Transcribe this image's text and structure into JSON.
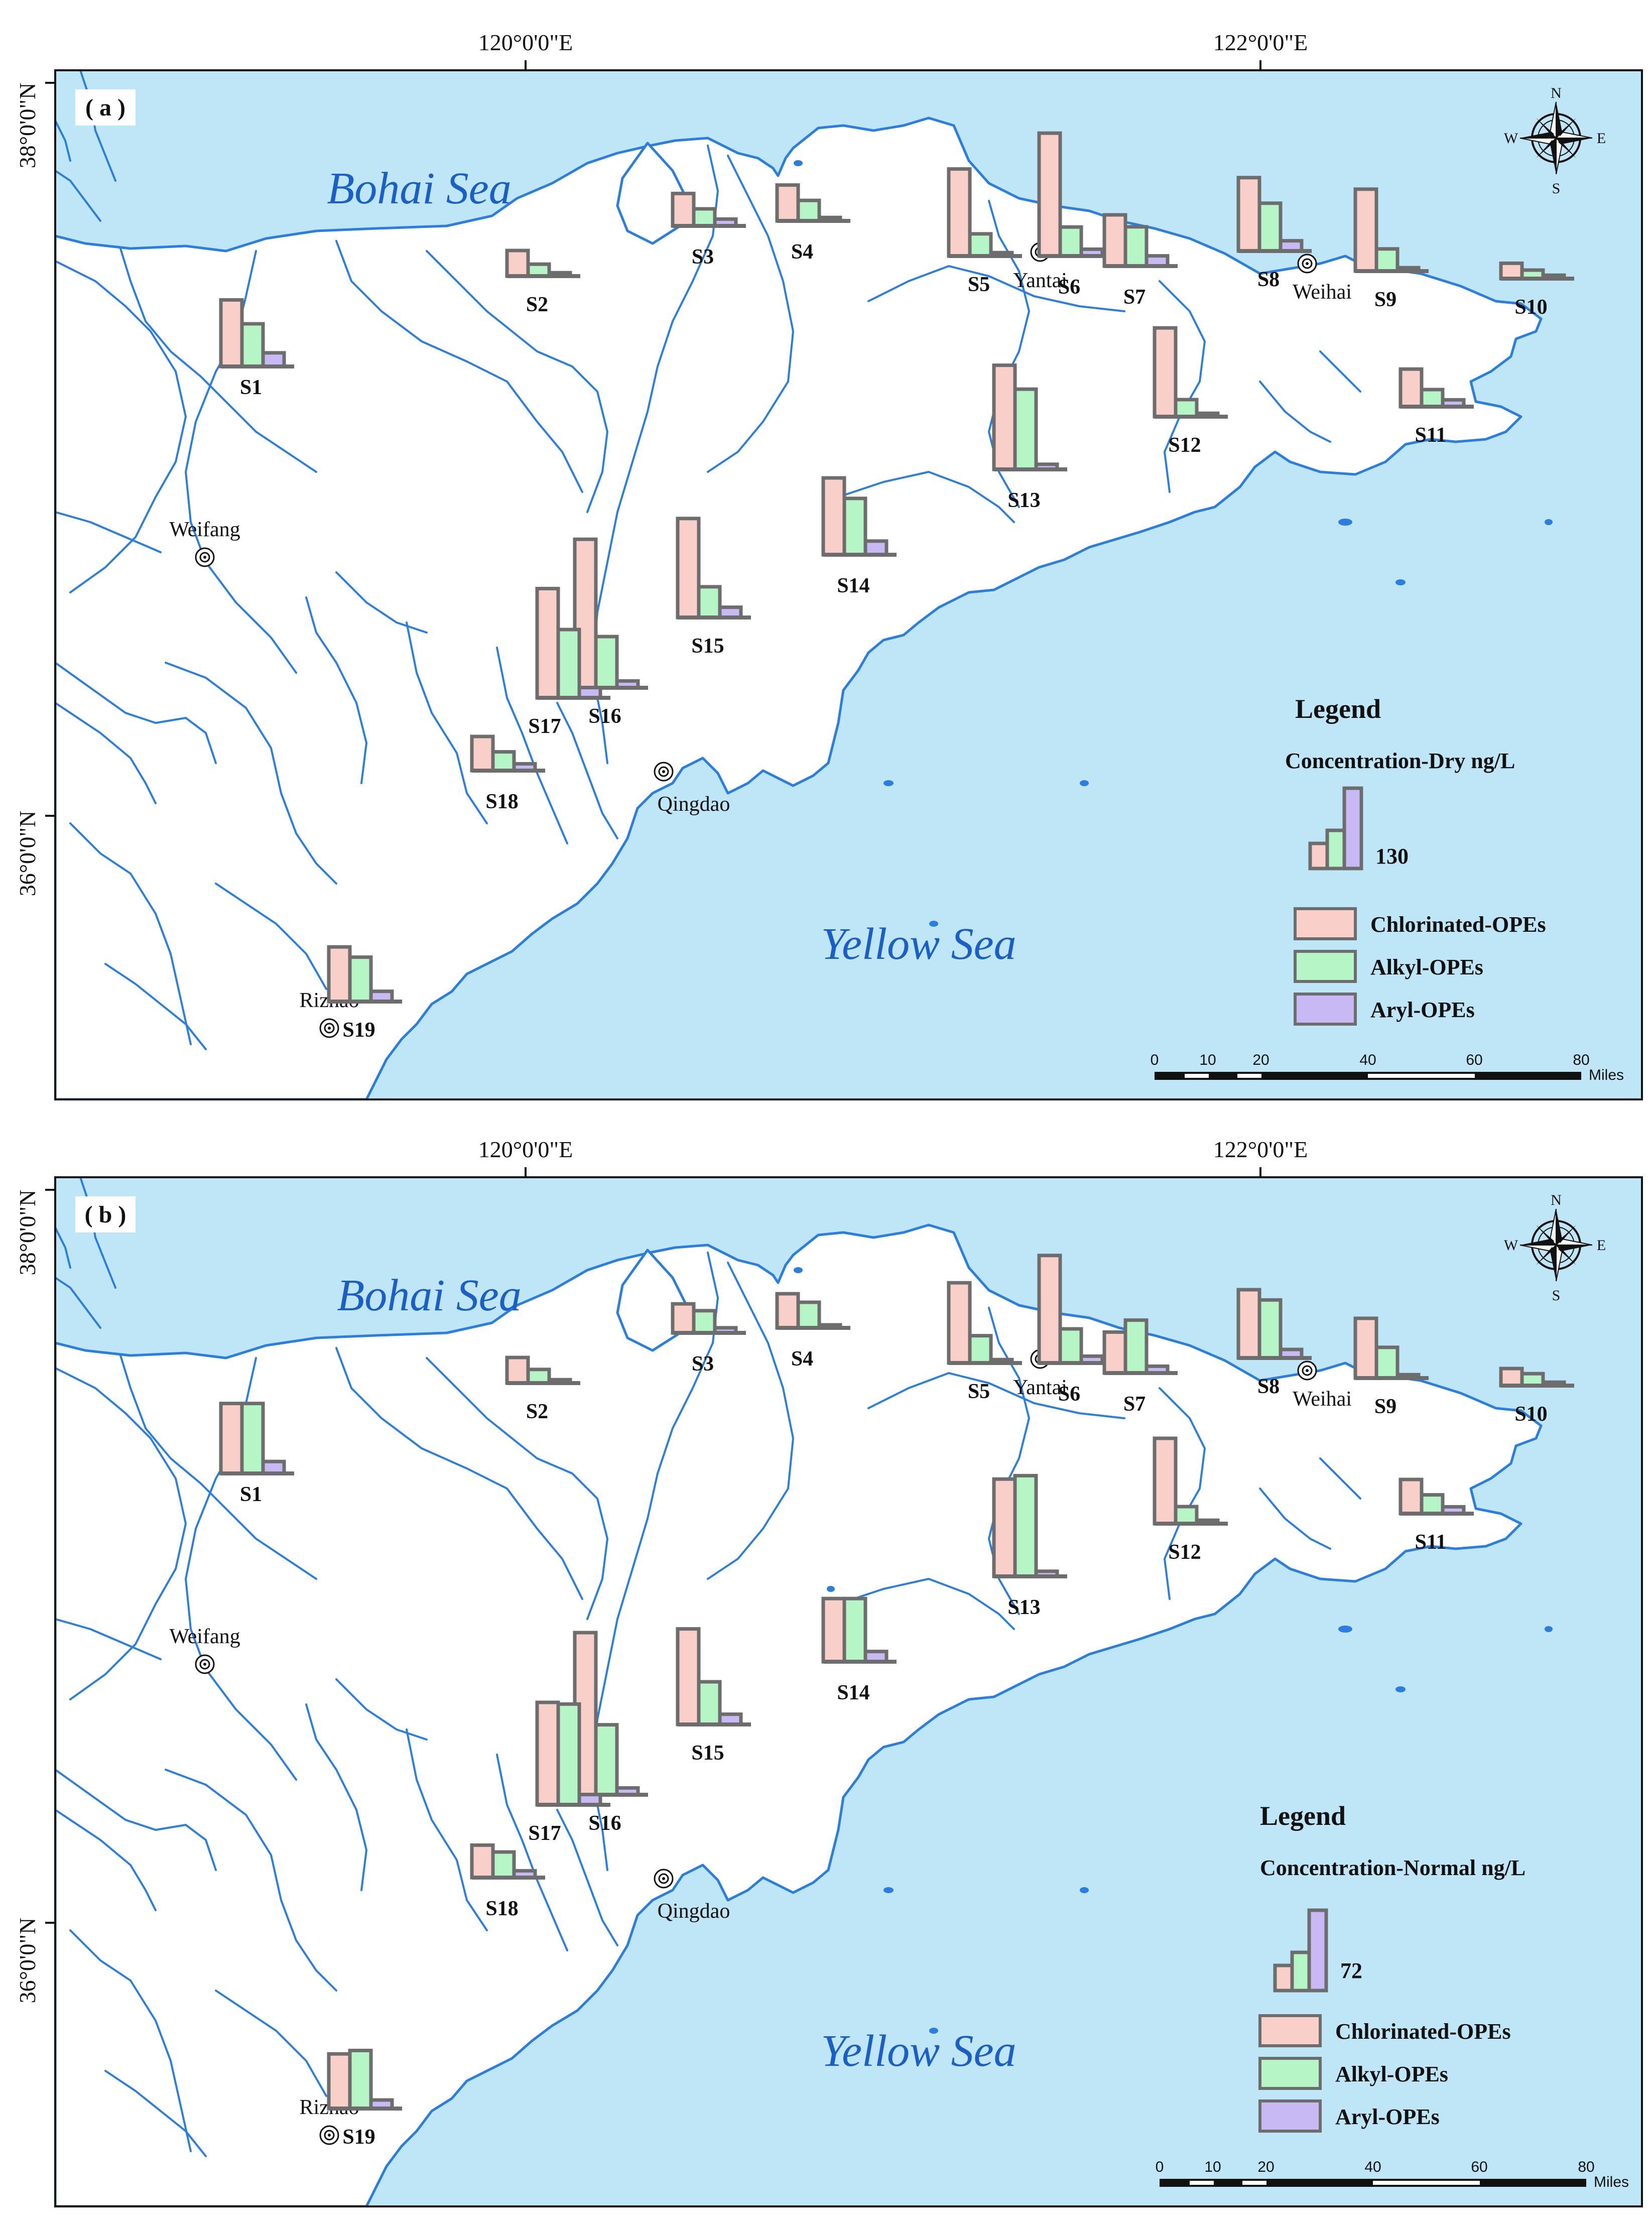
{
  "colors": {
    "sea": "#bfe6f7",
    "river": "#2a7de1",
    "land": "#ffffff",
    "chlorinated": "#f9cfc9",
    "alkyl": "#b6f5c6",
    "aryl": "#c8b9f4",
    "sea_label": "#1a5fc8"
  },
  "shared": {
    "coord_top_left": "120°0'0\"E",
    "coord_top_right": "122°0'0\"E",
    "coord_left_top": "38°0'0\"N",
    "coord_left_bottom": "36°0'0\"N",
    "sea_north": "Bohai Sea",
    "sea_south": "Yellow Sea",
    "cities": [
      "Weifang",
      "Yantai",
      "Weihai",
      "Qingdao",
      "Rizhao"
    ],
    "compass": {
      "n": "N",
      "s": "S",
      "e": "E",
      "w": "W"
    },
    "legend_title": "Legend",
    "legend_items": [
      "Chlorinated-OPEs",
      "Alkyl-OPEs",
      "Aryl-OPEs"
    ],
    "scale_ticks": [
      "0",
      "10",
      "20",
      "40",
      "60",
      "80"
    ],
    "scale_unit": "Miles"
  },
  "panels": [
    {
      "label": "( a )",
      "legend_subtitle": "Concentration-Dry  ng/L",
      "legend_value": "130",
      "sites": [
        {
          "name": "S1",
          "values": [
            0.39,
            0.25,
            0.08
          ]
        },
        {
          "name": "S2",
          "values": [
            0.15,
            0.07,
            0.02
          ]
        },
        {
          "name": "S3",
          "values": [
            0.19,
            0.1,
            0.04
          ]
        },
        {
          "name": "S4",
          "values": [
            0.21,
            0.12,
            0.02
          ]
        },
        {
          "name": "S5",
          "values": [
            0.51,
            0.13,
            0.02
          ]
        },
        {
          "name": "S6",
          "values": [
            0.72,
            0.17,
            0.04
          ]
        },
        {
          "name": "S7",
          "values": [
            0.3,
            0.23,
            0.06
          ]
        },
        {
          "name": "S8",
          "values": [
            0.43,
            0.28,
            0.06
          ]
        },
        {
          "name": "S9",
          "values": [
            0.48,
            0.13,
            0.02
          ]
        },
        {
          "name": "S10",
          "values": [
            0.09,
            0.05,
            0.02
          ]
        },
        {
          "name": "S11",
          "values": [
            0.22,
            0.1,
            0.04
          ]
        },
        {
          "name": "S12",
          "values": [
            0.52,
            0.1,
            0.02
          ]
        },
        {
          "name": "S13",
          "values": [
            0.61,
            0.47,
            0.03
          ]
        },
        {
          "name": "S14",
          "values": [
            0.45,
            0.33,
            0.08
          ]
        },
        {
          "name": "S15",
          "values": [
            0.58,
            0.18,
            0.06
          ]
        },
        {
          "name": "S16",
          "values": [
            0.87,
            0.3,
            0.04
          ]
        },
        {
          "name": "S17",
          "values": [
            0.64,
            0.4,
            0.06
          ]
        },
        {
          "name": "S18",
          "values": [
            0.2,
            0.11,
            0.04
          ]
        },
        {
          "name": "S19",
          "values": [
            0.32,
            0.26,
            0.06
          ]
        }
      ]
    },
    {
      "label": "( b )",
      "legend_subtitle": "Concentration-Normal  ng/L",
      "legend_value": "72",
      "sites": [
        {
          "name": "S1",
          "values": [
            0.41,
            0.41,
            0.07
          ]
        },
        {
          "name": "S2",
          "values": [
            0.15,
            0.08,
            0.02
          ]
        },
        {
          "name": "S3",
          "values": [
            0.17,
            0.13,
            0.03
          ]
        },
        {
          "name": "S4",
          "values": [
            0.2,
            0.15,
            0.01
          ]
        },
        {
          "name": "S5",
          "values": [
            0.47,
            0.16,
            0.02
          ]
        },
        {
          "name": "S6",
          "values": [
            0.63,
            0.2,
            0.04
          ]
        },
        {
          "name": "S7",
          "values": [
            0.24,
            0.31,
            0.04
          ]
        },
        {
          "name": "S8",
          "values": [
            0.4,
            0.34,
            0.05
          ]
        },
        {
          "name": "S9",
          "values": [
            0.35,
            0.18,
            0.02
          ]
        },
        {
          "name": "S10",
          "values": [
            0.1,
            0.07,
            0.02
          ]
        },
        {
          "name": "S11",
          "values": [
            0.2,
            0.11,
            0.04
          ]
        },
        {
          "name": "S12",
          "values": [
            0.5,
            0.1,
            0.02
          ]
        },
        {
          "name": "S13",
          "values": [
            0.57,
            0.59,
            0.03
          ]
        },
        {
          "name": "S14",
          "values": [
            0.37,
            0.37,
            0.06
          ]
        },
        {
          "name": "S15",
          "values": [
            0.56,
            0.25,
            0.06
          ]
        },
        {
          "name": "S16",
          "values": [
            0.95,
            0.41,
            0.04
          ]
        },
        {
          "name": "S17",
          "values": [
            0.6,
            0.59,
            0.06
          ]
        },
        {
          "name": "S18",
          "values": [
            0.19,
            0.15,
            0.04
          ]
        },
        {
          "name": "S19",
          "values": [
            0.32,
            0.34,
            0.05
          ]
        }
      ]
    }
  ]
}
